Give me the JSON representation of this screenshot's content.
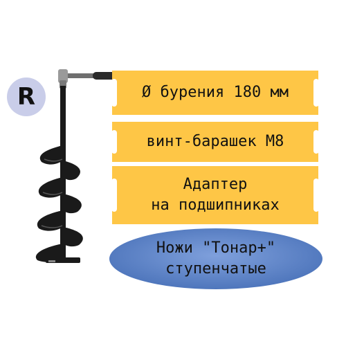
{
  "badge": {
    "letter": "R",
    "color": "#c9cde9"
  },
  "product_image": {
    "icon": "ice-auger-icon"
  },
  "features": [
    {
      "lines": [
        "Ø бурения 180 мм"
      ]
    },
    {
      "lines": [
        "винт-барашек М8"
      ]
    },
    {
      "lines": [
        "Адаптер",
        "на подшипниках"
      ]
    }
  ],
  "blades": {
    "lines": [
      "Ножи \"Тонар+\"",
      "ступенчатые"
    ]
  },
  "colors": {
    "ticket": "#fec646",
    "oval": "#5a81c6",
    "auger": "#1a1a1a",
    "text": "#111111"
  }
}
